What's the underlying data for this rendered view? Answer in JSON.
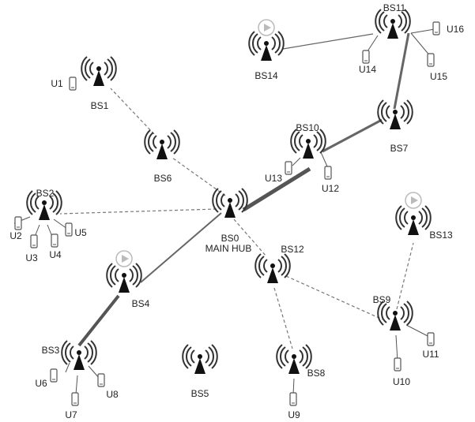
{
  "colors": {
    "tower": "#111111",
    "wave": "#333333",
    "link_solid": "#666666",
    "link_thick": "#555555",
    "link_dashed": "#666666",
    "device": "#555555",
    "play_badge": "#bbbbbb"
  },
  "base_stations": {
    "bs0": {
      "label": "BS0",
      "sublabel": "MAIN HUB"
    },
    "bs1": {
      "label": "BS1"
    },
    "bs2": {
      "label": "BS2"
    },
    "bs3": {
      "label": "BS3"
    },
    "bs4": {
      "label": "BS4",
      "badge": "play-icon"
    },
    "bs5": {
      "label": "BS5"
    },
    "bs6": {
      "label": "BS6"
    },
    "bs7": {
      "label": "BS7"
    },
    "bs8": {
      "label": "BS8"
    },
    "bs9": {
      "label": "BS9"
    },
    "bs10": {
      "label": "BS10"
    },
    "bs11": {
      "label": "BS11"
    },
    "bs12": {
      "label": "BS12"
    },
    "bs13": {
      "label": "BS13",
      "badge": "play-icon"
    },
    "bs14": {
      "label": "BS14",
      "badge": "play-icon"
    }
  },
  "users": {
    "u1": {
      "label": "U1"
    },
    "u2": {
      "label": "U2"
    },
    "u3": {
      "label": "U3"
    },
    "u4": {
      "label": "U4"
    },
    "u5": {
      "label": "U5"
    },
    "u6": {
      "label": "U6"
    },
    "u7": {
      "label": "U7"
    },
    "u8": {
      "label": "U8"
    },
    "u9": {
      "label": "U9"
    },
    "u10": {
      "label": "U10"
    },
    "u11": {
      "label": "U11"
    },
    "u12": {
      "label": "U12"
    },
    "u13": {
      "label": "U13"
    },
    "u14": {
      "label": "U14"
    },
    "u15": {
      "label": "U15"
    },
    "u16": {
      "label": "U16"
    }
  },
  "links": [
    {
      "from": "BS0",
      "to": "BS10",
      "style": "thick"
    },
    {
      "from": "BS0",
      "to": "BS4",
      "style": "solid"
    },
    {
      "from": "BS4",
      "to": "BS3",
      "style": "thick"
    },
    {
      "from": "BS10",
      "to": "BS7",
      "style": "solid"
    },
    {
      "from": "BS7",
      "to": "BS11",
      "style": "solid"
    },
    {
      "from": "BS14",
      "to": "BS11",
      "style": "solid"
    },
    {
      "from": "BS0",
      "to": "BS6",
      "style": "dashed"
    },
    {
      "from": "BS6",
      "to": "BS1",
      "style": "dashed"
    },
    {
      "from": "BS0",
      "to": "BS2",
      "style": "dashed"
    },
    {
      "from": "BS0",
      "to": "BS12",
      "style": "dashed"
    },
    {
      "from": "BS12",
      "to": "BS8",
      "style": "dashed"
    },
    {
      "from": "BS12",
      "to": "BS9",
      "style": "dashed"
    },
    {
      "from": "BS9",
      "to": "BS13",
      "style": "dashed"
    }
  ]
}
